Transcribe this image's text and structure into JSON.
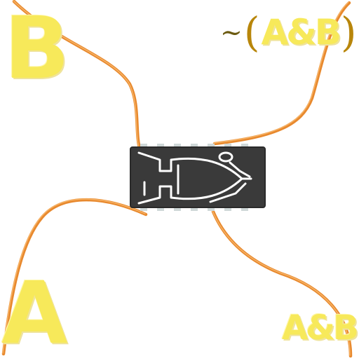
{
  "labels": {
    "input_b": "B",
    "input_a": "A",
    "output": "A&B",
    "formula": {
      "tilde": "~",
      "open_paren": "(",
      "expression": "A&B",
      "close_paren": ")"
    }
  },
  "chip": {
    "symbol": "nand-gate-symbol-icon"
  },
  "colors": {
    "wire": "#e8892e",
    "wire_highlight": "#f6b366",
    "label_yellow": "#f7e95a",
    "chip_body": "#3a3a3a",
    "symbol": "#ffffff",
    "paren": "#b8860b"
  }
}
